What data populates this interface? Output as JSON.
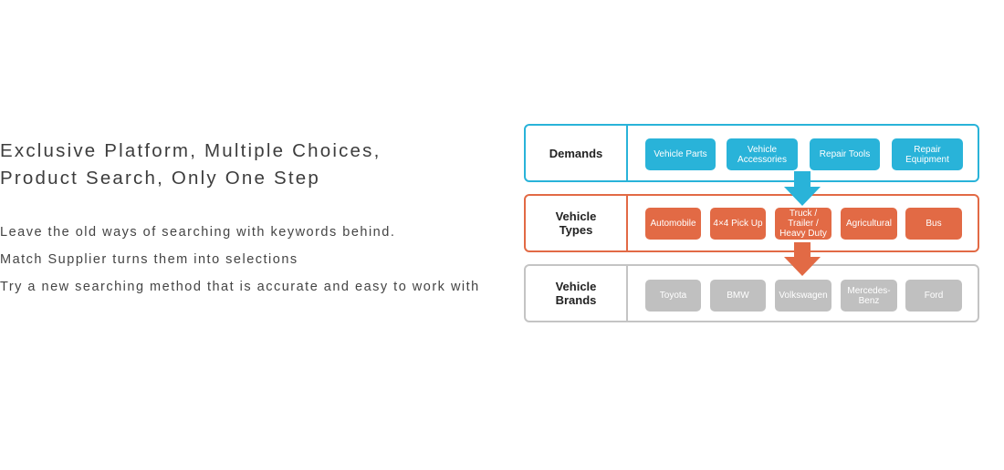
{
  "headline": {
    "line1": "Exclusive Platform, Multiple Choices,",
    "line2": "Product Search, Only One Step"
  },
  "description": [
    "Leave the old ways of searching with keywords behind.",
    "Match Supplier turns them into selections",
    "Try a new searching method that is accurate and easy to work with"
  ],
  "colors": {
    "demands": "#29b3d9",
    "vehicle_types": "#e26a45",
    "vehicle_brands": "#c0c0c0"
  },
  "diagram": {
    "demands": {
      "label": "Demands",
      "items": [
        "Vehicle Parts",
        "Vehicle\nAccessories",
        "Repair Tools",
        "Repair\nEquipment"
      ]
    },
    "vehicle_types": {
      "label": "Vehicle\nTypes",
      "items": [
        "Automobile",
        "4×4 Pick Up",
        "Truck /\nTrailer /\nHeavy Duty",
        "Agricultural",
        "Bus"
      ]
    },
    "vehicle_brands": {
      "label": "Vehicle\nBrands",
      "items": [
        "Toyota",
        "BMW",
        "Volkswagen",
        "Mercedes-\nBenz",
        "Ford"
      ]
    }
  }
}
